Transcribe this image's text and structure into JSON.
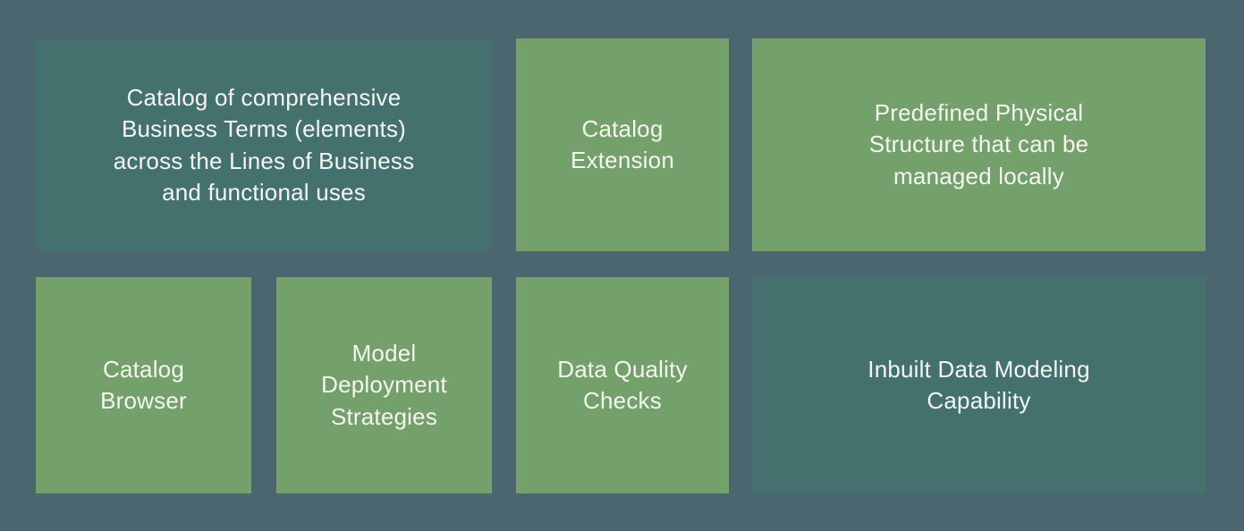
{
  "diagram": {
    "description": "Feature tiles grid, two rows on slate background",
    "colors": {
      "background": "#4C6670",
      "tile_teal": "#44716D",
      "tile_green": "#74A06B",
      "text": "#F4F4F0"
    }
  },
  "tiles": [
    {
      "variant": "teal",
      "label": "Catalog of comprehensive\nBusiness Terms (elements)\nacross the Lines of Business\nand functional uses"
    },
    {
      "variant": "green",
      "label": "Catalog\nExtension"
    },
    {
      "variant": "green",
      "label": "Predefined Physical\nStructure that can be\nmanaged locally"
    },
    {
      "variant": "green",
      "label": "Catalog\nBrowser"
    },
    {
      "variant": "green",
      "label": "Model\nDeployment\nStrategies"
    },
    {
      "variant": "green",
      "label": "Data Quality\nChecks"
    },
    {
      "variant": "teal",
      "label": "Inbuilt Data Modeling\nCapability"
    }
  ]
}
